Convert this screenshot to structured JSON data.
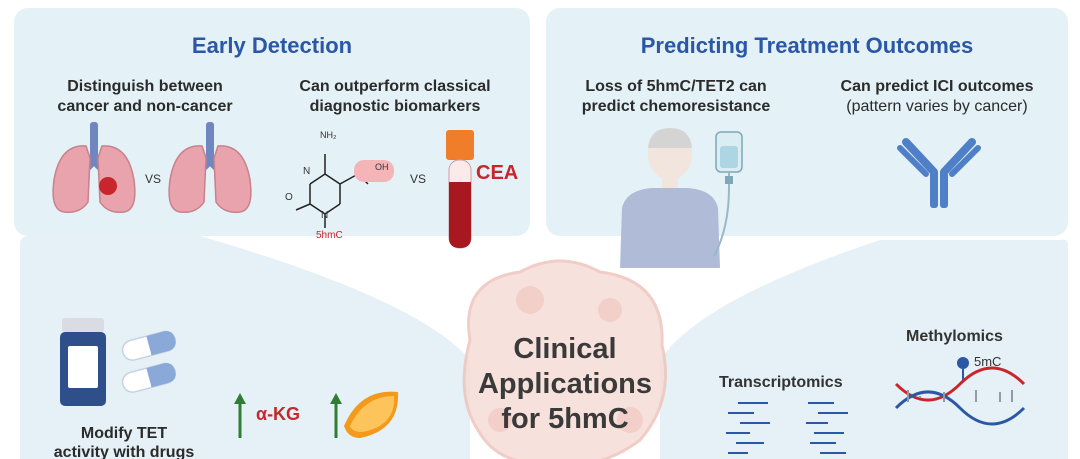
{
  "early_detection": {
    "title": "Early Detection",
    "left_caption": [
      "Distinguish between",
      "cancer and non-cancer"
    ],
    "right_caption": [
      "Can outperform classical",
      "diagnostic biomarkers"
    ],
    "vs_1": "VS",
    "vs_2": "VS",
    "molecule": {
      "nh2": "NH₂",
      "n_top": "N",
      "n_bottom": "N",
      "o": "O",
      "oh": "OH",
      "label": "5hmC"
    },
    "tube_label": "CEA"
  },
  "predicting": {
    "title": "Predicting Treatment Outcomes",
    "left_caption": [
      "Loss of 5hmC/TET2 can",
      "predict chemoresistance"
    ],
    "right_caption_bold": "Can predict ICI outcomes",
    "right_caption_normal": "(pattern varies by cancer)"
  },
  "center": {
    "lines": [
      "Clinical",
      "Applications",
      "for 5hmC"
    ]
  },
  "modify": {
    "caption": [
      "Modify TET",
      "activity with drugs"
    ],
    "akg_label": "α-KG"
  },
  "omics": {
    "methylomics": "Methylomics",
    "mark_5mc": "5mC",
    "transcriptomics": "Transcriptomics"
  },
  "colors": {
    "title_blue": "#2a58a6",
    "panel_bg": "#e4f1f6",
    "accent_red": "#c8262c",
    "lung_pink": "#e8a3ac",
    "antibody_blue": "#4f7fc6",
    "arrow_green": "#2e7d32",
    "orange": "#f39a1b"
  },
  "icons": [
    "lung-icon",
    "tumor-icon",
    "molecule-icon",
    "blood-tube-icon",
    "patient-icon",
    "iv-bag-icon",
    "antibody-icon",
    "pill-bottle-icon",
    "capsule-icon",
    "arrow-up-icon",
    "orange-slice-icon",
    "dna-helix-icon",
    "transcript-lines-icon",
    "cell-icon"
  ]
}
